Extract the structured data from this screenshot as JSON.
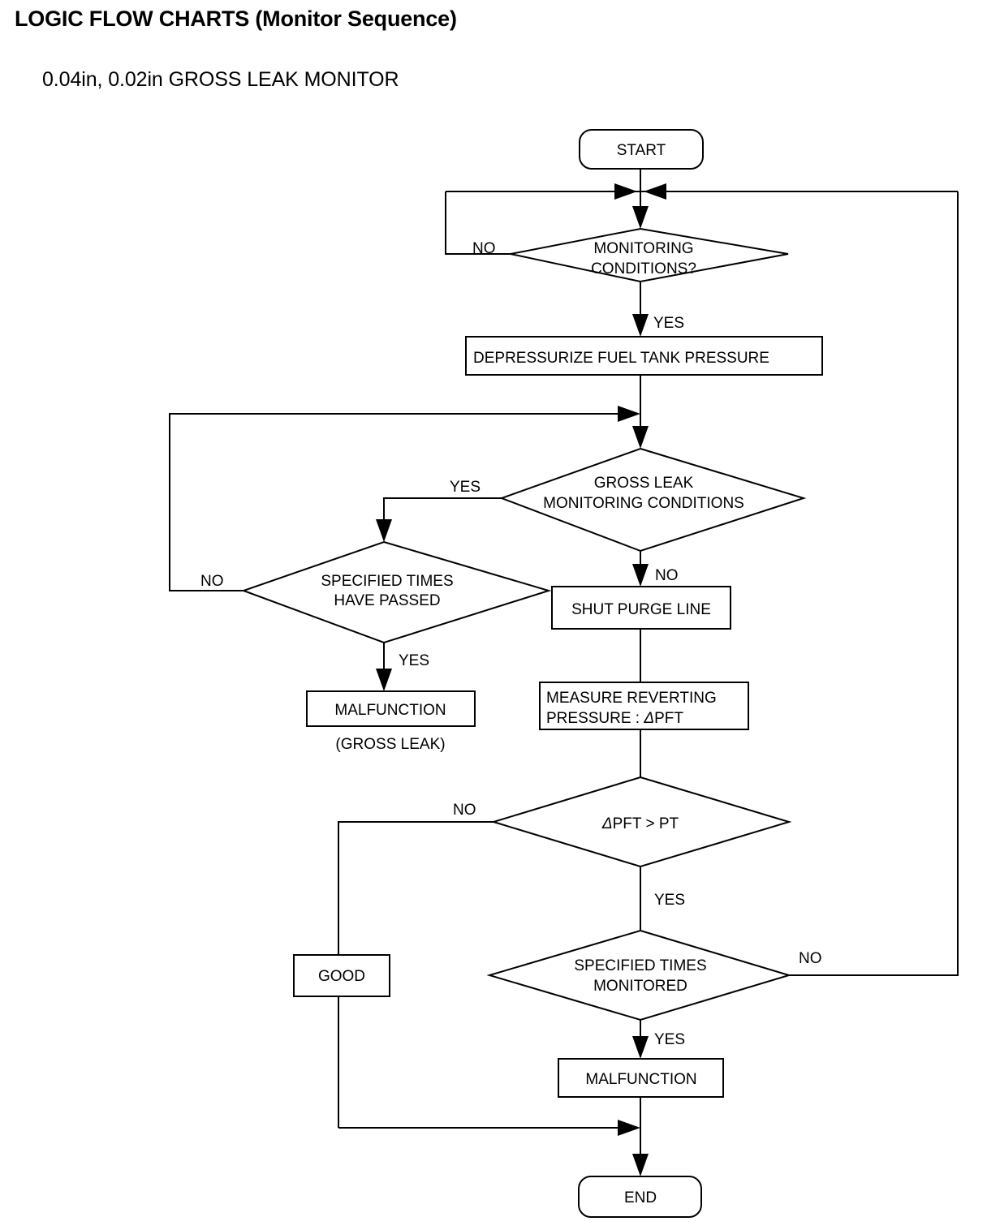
{
  "document": {
    "title": "LOGIC FLOW CHARTS (Monitor Sequence)",
    "subtitle": "0.04in, 0.02in GROSS LEAK MONITOR"
  },
  "chart_data": {
    "type": "flowchart",
    "title": "0.04in, 0.02in GROSS LEAK MONITOR",
    "orientation": "top-to-bottom",
    "nodes": [
      {
        "id": "start",
        "shape": "terminator",
        "label": "START"
      },
      {
        "id": "mon_cond",
        "shape": "decision",
        "label_line1": "MONITORING",
        "label_line2": "CONDITIONS?"
      },
      {
        "id": "depressurize",
        "shape": "process",
        "label": "DEPRESSURIZE FUEL TANK PRESSURE"
      },
      {
        "id": "gl_cond",
        "shape": "decision",
        "label_line1": "GROSS LEAK",
        "label_line2": "MONITORING CONDITIONS"
      },
      {
        "id": "times_passed",
        "shape": "decision",
        "label_line1": "SPECIFIED TIMES",
        "label_line2": "HAVE PASSED"
      },
      {
        "id": "malf_gl",
        "shape": "process",
        "label": "MALFUNCTION",
        "caption": "(GROSS LEAK)"
      },
      {
        "id": "shut_purge",
        "shape": "process",
        "label": "SHUT PURGE LINE"
      },
      {
        "id": "measure",
        "shape": "process",
        "label_line1": "MEASURE REVERTING",
        "label_line2": "PRESSURE : ΔPFT"
      },
      {
        "id": "compare",
        "shape": "decision",
        "label": "ΔPFT > PT"
      },
      {
        "id": "good",
        "shape": "process",
        "label": "GOOD"
      },
      {
        "id": "times_mon",
        "shape": "decision",
        "label_line1": "SPECIFIED TIMES",
        "label_line2": "MONITORED"
      },
      {
        "id": "malf",
        "shape": "process",
        "label": "MALFUNCTION"
      },
      {
        "id": "end",
        "shape": "terminator",
        "label": "END"
      }
    ],
    "edges": [
      {
        "from": "start",
        "to": "mon_cond",
        "label": ""
      },
      {
        "from": "mon_cond",
        "to": "mon_cond",
        "label": "NO",
        "note": "loops back above decision"
      },
      {
        "from": "mon_cond",
        "to": "depressurize",
        "label": "YES"
      },
      {
        "from": "depressurize",
        "to": "gl_cond",
        "label": ""
      },
      {
        "from": "gl_cond",
        "to": "times_passed",
        "label": "YES"
      },
      {
        "from": "gl_cond",
        "to": "shut_purge",
        "label": "NO"
      },
      {
        "from": "times_passed",
        "to": "gl_cond",
        "label": "NO",
        "note": "loops back above gross leak decision"
      },
      {
        "from": "times_passed",
        "to": "malf_gl",
        "label": "YES"
      },
      {
        "from": "shut_purge",
        "to": "measure",
        "label": ""
      },
      {
        "from": "measure",
        "to": "compare",
        "label": ""
      },
      {
        "from": "compare",
        "to": "good",
        "label": "NO"
      },
      {
        "from": "compare",
        "to": "times_mon",
        "label": "YES"
      },
      {
        "from": "times_mon",
        "to": "mon_cond",
        "label": "NO",
        "note": "loops back to top merge point"
      },
      {
        "from": "times_mon",
        "to": "malf",
        "label": "YES"
      },
      {
        "from": "malf",
        "to": "end",
        "label": ""
      },
      {
        "from": "good",
        "to": "end",
        "label": ""
      }
    ],
    "edge_labels": {
      "no": "NO",
      "yes": "YES"
    }
  },
  "nodes": {
    "start": {
      "label": "START"
    },
    "mon_cond": {
      "line1": "MONITORING",
      "line2": "CONDITIONS?"
    },
    "depressurize": {
      "label": "DEPRESSURIZE FUEL TANK PRESSURE"
    },
    "gl_cond": {
      "line1": "GROSS LEAK",
      "line2": "MONITORING CONDITIONS"
    },
    "times_passed": {
      "line1": "SPECIFIED TIMES",
      "line2": "HAVE PASSED"
    },
    "malf_gl": {
      "label": "MALFUNCTION",
      "caption": "(GROSS LEAK)"
    },
    "shut_purge": {
      "label": "SHUT PURGE LINE"
    },
    "measure": {
      "line1": "MEASURE REVERTING",
      "line2_prefix": "PRESSURE : ",
      "line2_delta": "Δ",
      "line2_suffix": "PFT"
    },
    "compare": {
      "delta": "Δ",
      "rest": "PFT > PT"
    },
    "good": {
      "label": "GOOD"
    },
    "times_mon": {
      "line1": "SPECIFIED TIMES",
      "line2": "MONITORED"
    },
    "malf": {
      "label": "MALFUNCTION"
    },
    "end": {
      "label": "END"
    }
  },
  "labels": {
    "no_1": "NO",
    "yes_1": "YES",
    "yes_2": "YES",
    "no_2": "NO",
    "no_3": "NO",
    "yes_3": "YES",
    "no_4": "NO",
    "yes_4": "YES",
    "no_5": "NO",
    "yes_5": "YES"
  },
  "colors": {
    "stroke": "#000000",
    "fill": "#ffffff",
    "text": "#000000"
  }
}
